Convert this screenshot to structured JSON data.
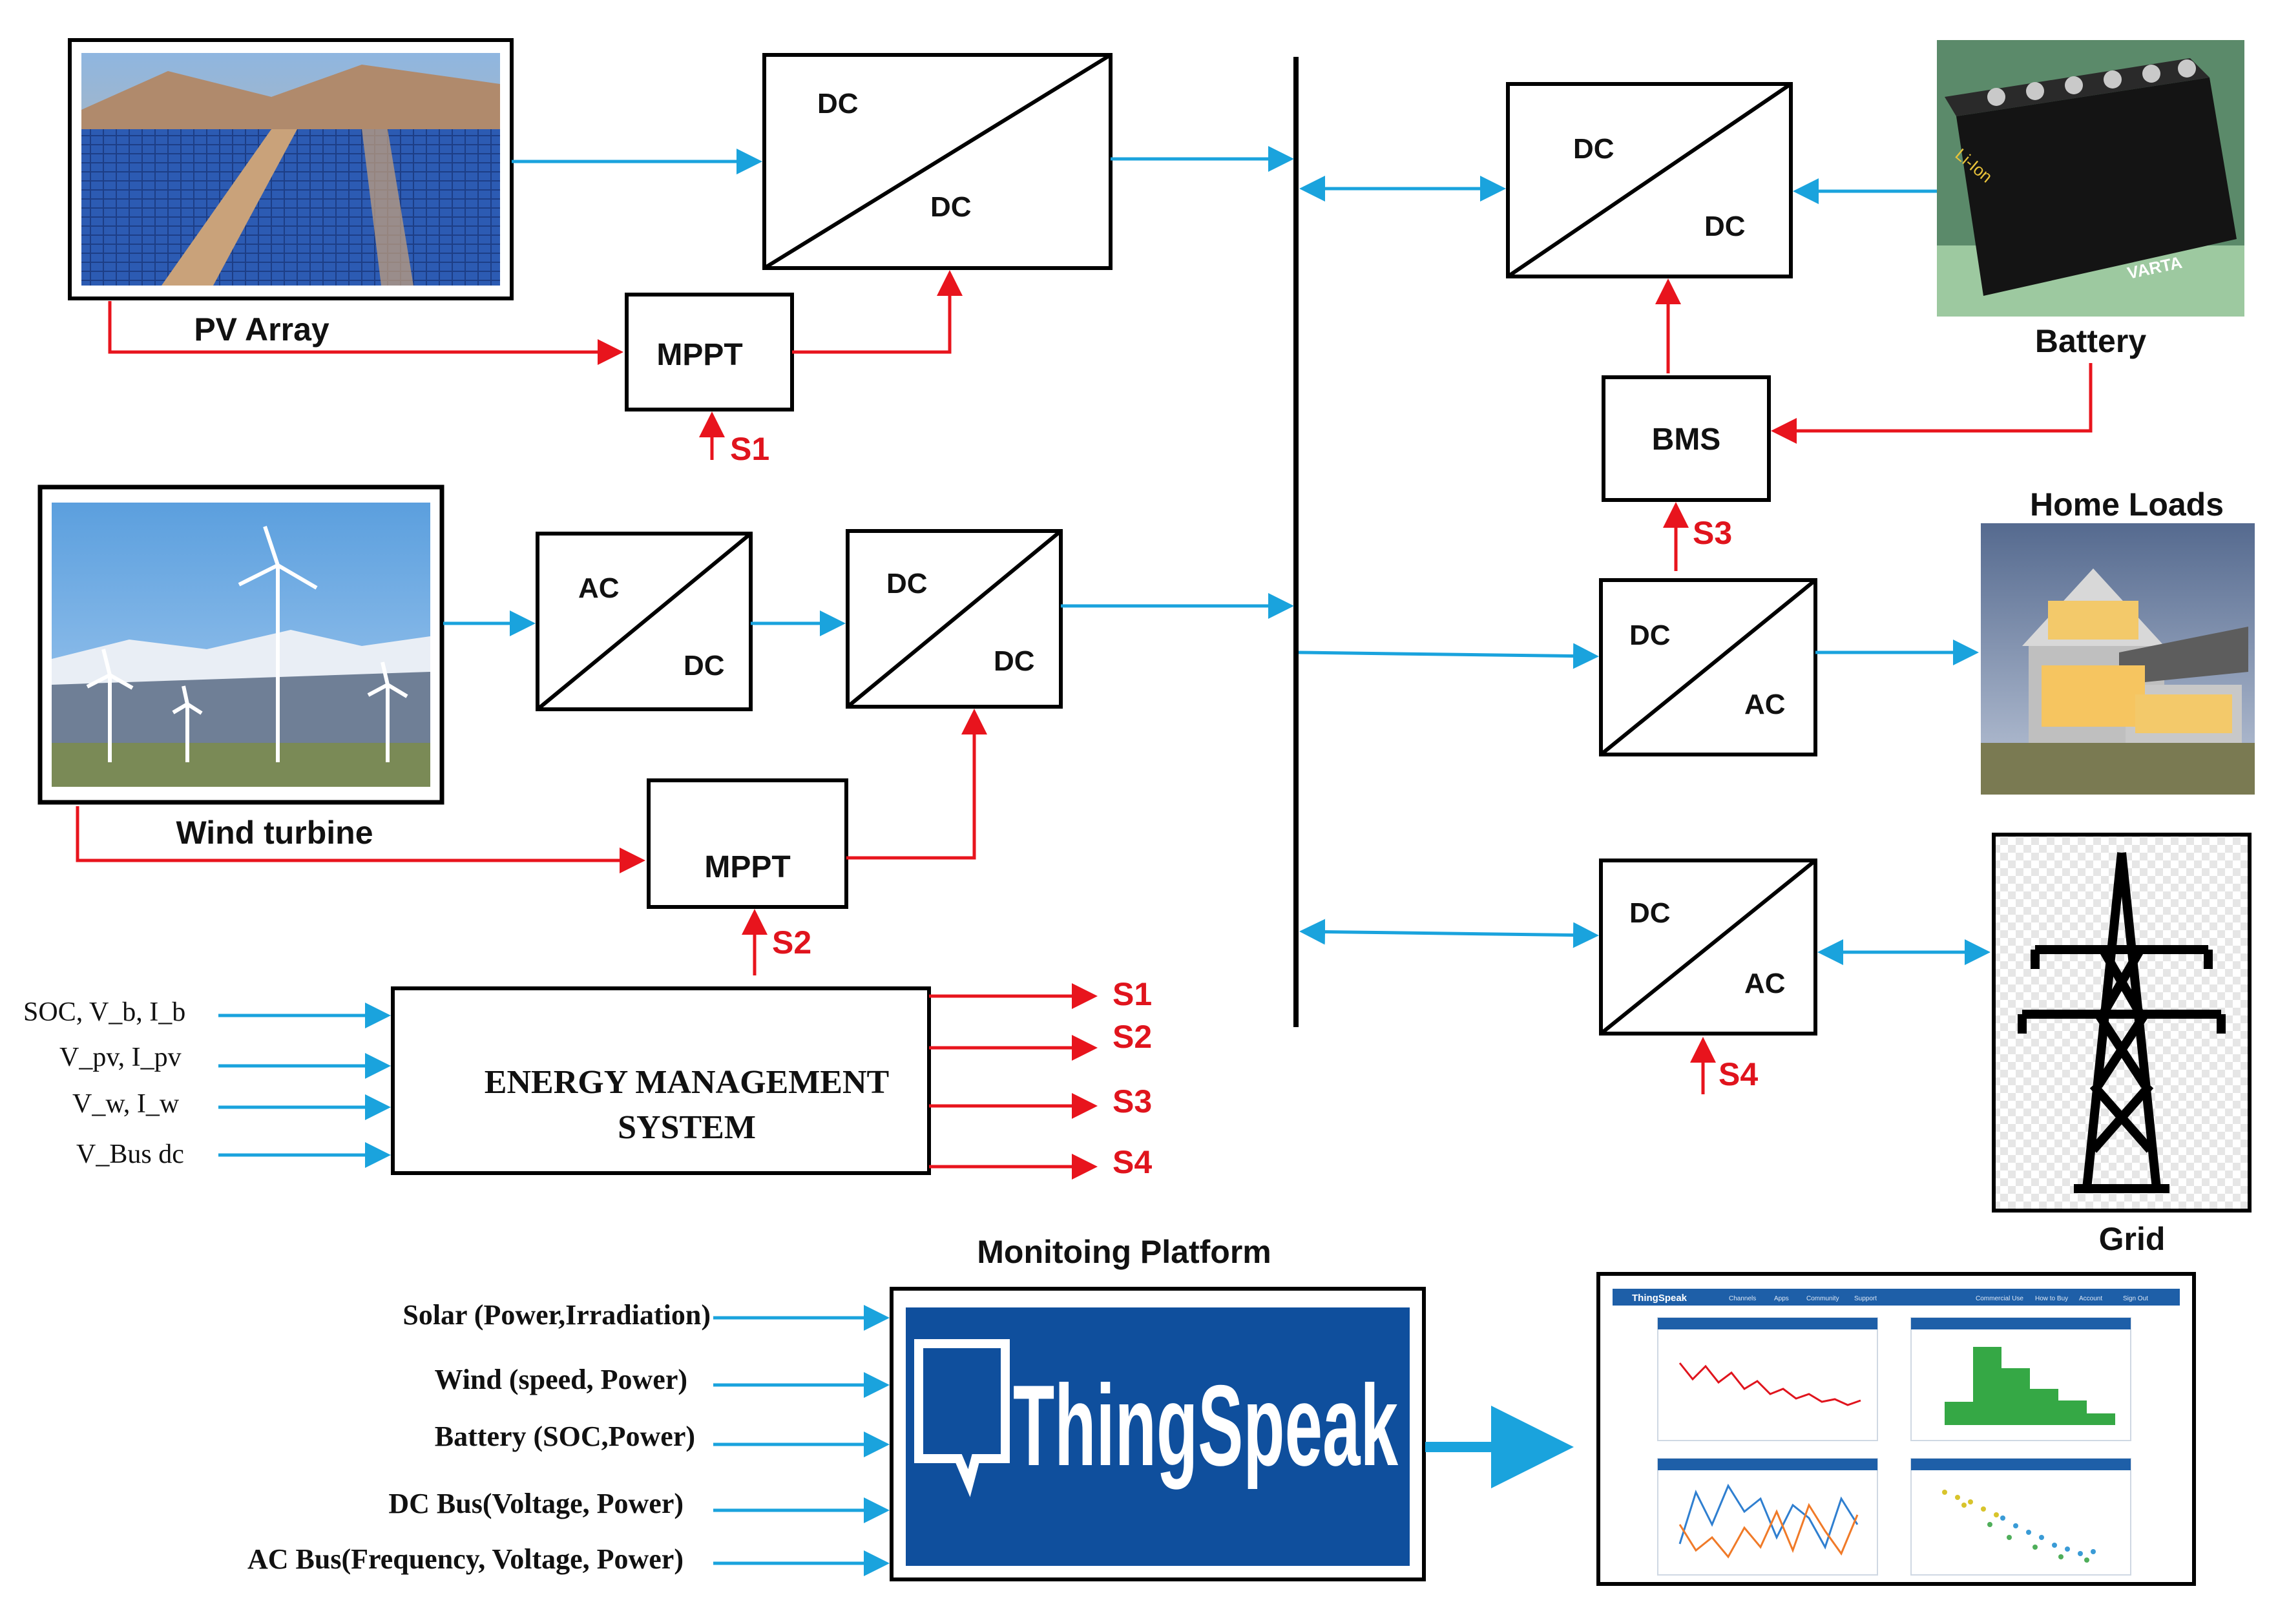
{
  "colors": {
    "signal": "#e8141d",
    "power": "#1aa3dd",
    "block": "#000000",
    "thingspeak_bg": "#0f4f9d"
  },
  "sources": {
    "pv": {
      "label": "PV Array"
    },
    "wind": {
      "label": "Wind turbine"
    },
    "battery": {
      "label": "Battery",
      "pack_brand": "VARTA",
      "pack_type": "Li-Ion"
    },
    "home": {
      "label": "Home Loads"
    },
    "grid": {
      "label": "Grid"
    }
  },
  "converters": {
    "pv_dcdc": {
      "top": "DC",
      "bottom": "DC"
    },
    "wind_acdc": {
      "top": "AC",
      "bottom": "DC"
    },
    "wind_dcdc": {
      "top": "DC",
      "bottom": "DC"
    },
    "batt_dcdc": {
      "top": "DC",
      "bottom": "DC"
    },
    "home_dcac": {
      "top": "DC",
      "bottom": "AC"
    },
    "grid_dcac": {
      "top": "DC",
      "bottom": "AC"
    }
  },
  "controllers": {
    "mppt_pv": "MPPT",
    "mppt_wind": "MPPT",
    "bms": "BMS"
  },
  "signals": {
    "s1": "S1",
    "s2": "S2",
    "s3": "S3",
    "s4": "S4"
  },
  "ems": {
    "title_line1": "ENERGY MANAGEMENT",
    "title_line2": "SYSTEM",
    "inputs": [
      "SOC, V_b, I_b",
      "V_pv, I_pv",
      "V_w, I_w",
      "V_Bus dc"
    ],
    "outputs": [
      "S1",
      "S2",
      "S3",
      "S4"
    ]
  },
  "monitoring": {
    "title": "Monitoing Platform",
    "logo_text": "ThingSpeak",
    "inputs": [
      "Solar (Power,Irradiation)",
      "Wind (speed, Power)",
      "Battery (SOC,Power)",
      "DC Bus(Voltage, Power)",
      "AC Bus(Frequency, Voltage, Power)"
    ]
  },
  "dashboard": {
    "brand": "ThingSpeak",
    "nav": [
      "Channels",
      "Apps",
      "Community",
      "Support",
      "Commercial Use",
      "How to Buy",
      "Account",
      "Sign Out"
    ]
  }
}
